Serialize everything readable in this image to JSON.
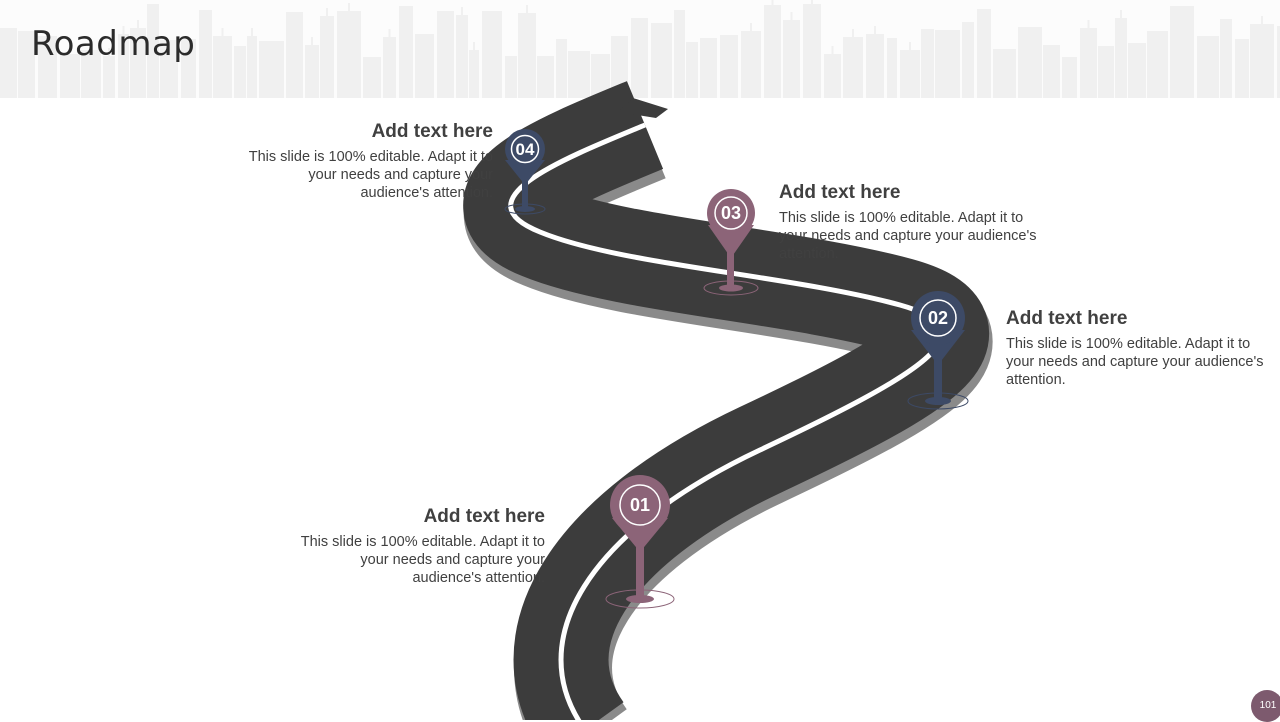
{
  "title": "Roadmap",
  "page_number": "101",
  "colors": {
    "road": "#3c3c3c",
    "road_shadow": "#8a8a8a",
    "lane_marking": "#ffffff",
    "pin_mauve": "#8c6478",
    "pin_navy": "#3d4a66",
    "skyline": "#f1f1f1"
  },
  "milestones": [
    {
      "number": "01",
      "heading": "Add text here",
      "description": "This slide is 100% editable.  Adapt it to your needs and capture your audience's attention.",
      "pin_color": "mauve"
    },
    {
      "number": "02",
      "heading": "Add text here",
      "description": "This slide is 100% editable.  Adapt it to your needs and capture your audience's attention.",
      "pin_color": "navy"
    },
    {
      "number": "03",
      "heading": "Add text here",
      "description": "This slide is 100% editable.  Adapt it to your needs and capture your audience's attention.",
      "pin_color": "mauve"
    },
    {
      "number": "04",
      "heading": "Add text here",
      "description": "This slide is 100% editable.  Adapt it to your needs and capture your audience's attention.",
      "pin_color": "navy"
    }
  ]
}
